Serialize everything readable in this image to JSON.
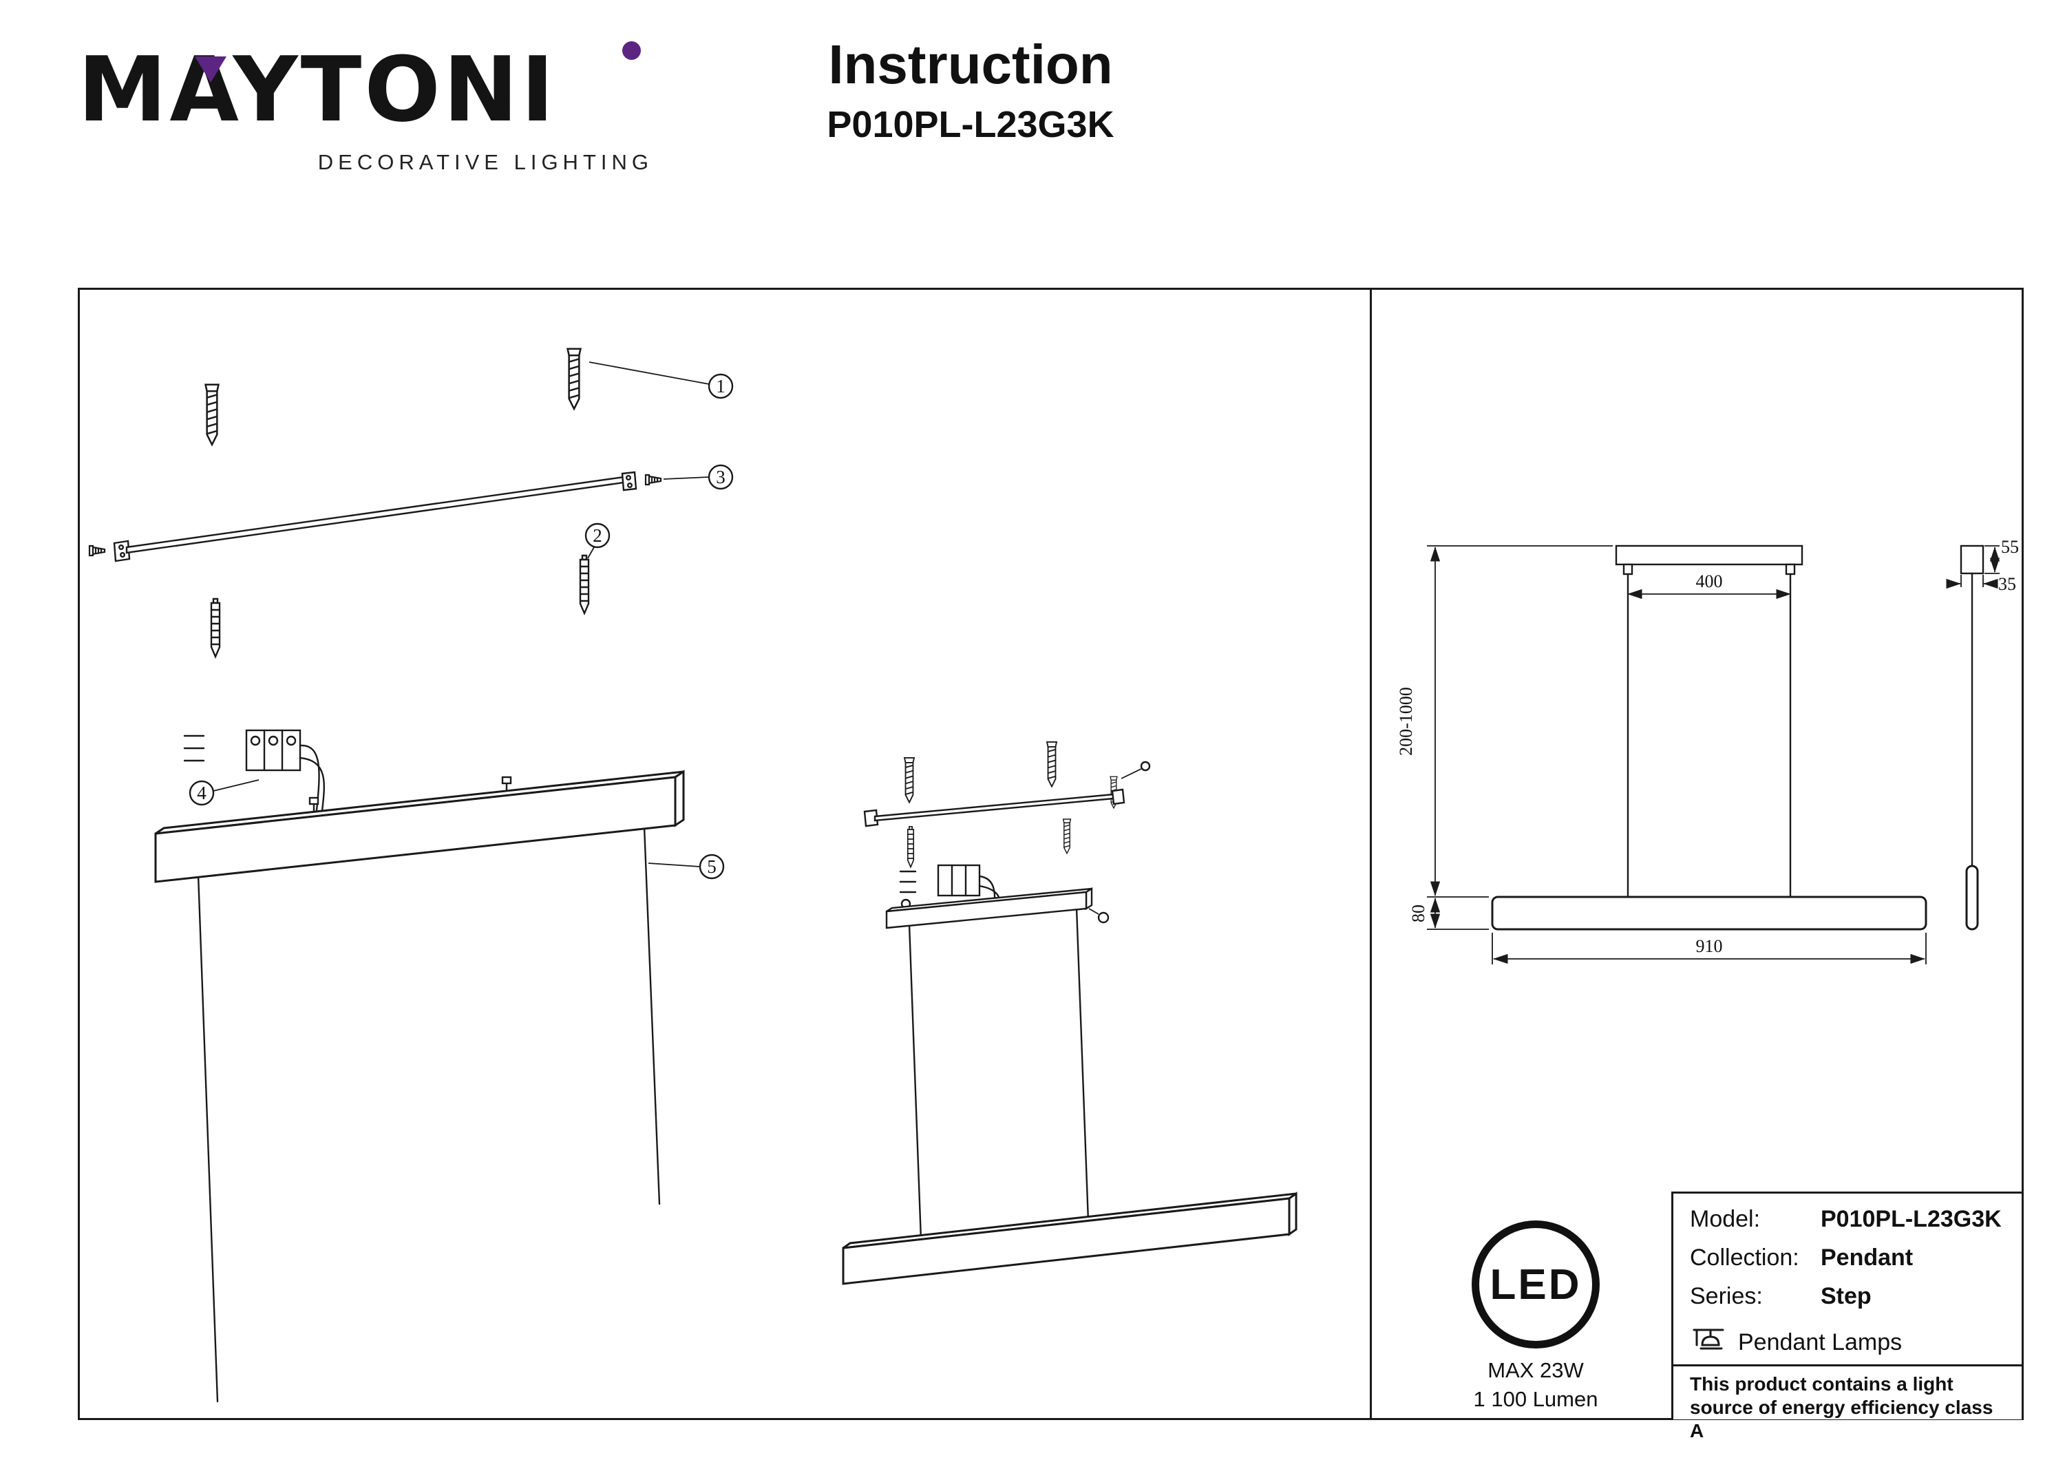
{
  "brand": {
    "logo_text": "MAYTONI",
    "tagline": "DECORATIVE LIGHTING",
    "accent_color": "#5c2483"
  },
  "header": {
    "title": "Instruction",
    "model": "P010PL-L23G3K"
  },
  "assembly": {
    "callouts": [
      "1",
      "2",
      "3",
      "4",
      "5"
    ]
  },
  "dimensions": {
    "bracket_width": "400",
    "suspension_range": "200-1000",
    "fixture_height": "80",
    "fixture_length": "910",
    "canopy_height": "55",
    "canopy_depth": "35"
  },
  "led": {
    "label": "LED",
    "max_power": "MAX 23W",
    "luminous_flux": "1 100 Lumen"
  },
  "spec": {
    "model_label": "Model:",
    "model_value": "P010PL-L23G3K",
    "collection_label": "Collection:",
    "collection_value": "Pendant",
    "series_label": "Series:",
    "series_value": "Step",
    "category": "Pendant Lamps",
    "energy_note": "This product contains a light source of energy efficiency class A"
  }
}
